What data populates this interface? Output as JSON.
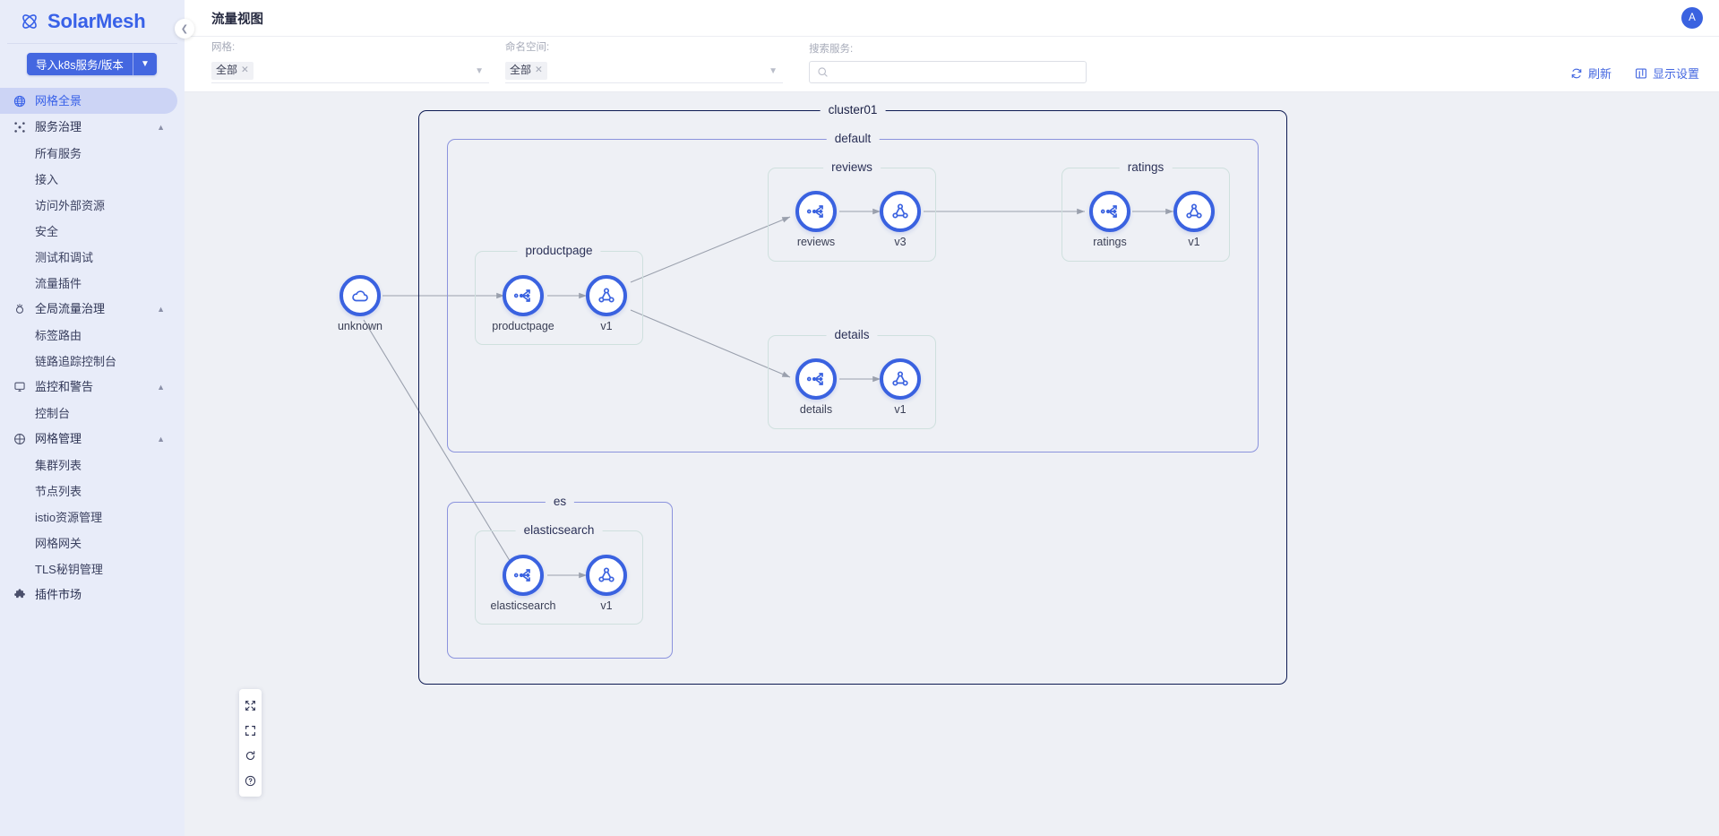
{
  "brand": {
    "name": "SolarMesh",
    "logo_icon": "atom-logo-icon"
  },
  "sidebar": {
    "import_button": {
      "label": "导入k8s服务/版本",
      "caret_icon": "chevron-down-icon"
    },
    "items": [
      {
        "label": "网格全景",
        "icon": "globe-icon",
        "level": "top",
        "active": true,
        "collapsible": false
      },
      {
        "label": "服务治理",
        "icon": "nodes-icon",
        "level": "top",
        "active": false,
        "collapsible": true,
        "chevron": "chevron-up-icon"
      },
      {
        "label": "所有服务",
        "level": "sub"
      },
      {
        "label": "接入",
        "level": "sub"
      },
      {
        "label": "访问外部资源",
        "level": "sub"
      },
      {
        "label": "安全",
        "level": "sub"
      },
      {
        "label": "测试和调试",
        "level": "sub"
      },
      {
        "label": "流量插件",
        "level": "sub"
      },
      {
        "label": "全局流量治理",
        "icon": "flow-icon",
        "level": "top",
        "active": false,
        "collapsible": true,
        "chevron": "chevron-up-icon"
      },
      {
        "label": "标签路由",
        "level": "sub"
      },
      {
        "label": "链路追踪控制台",
        "level": "sub"
      },
      {
        "label": "监控和警告",
        "icon": "monitor-icon",
        "level": "top",
        "active": false,
        "collapsible": true,
        "chevron": "chevron-up-icon"
      },
      {
        "label": "控制台",
        "level": "sub"
      },
      {
        "label": "网格管理",
        "icon": "mesh-icon",
        "level": "top",
        "active": false,
        "collapsible": true,
        "chevron": "chevron-up-icon"
      },
      {
        "label": "集群列表",
        "level": "sub"
      },
      {
        "label": "节点列表",
        "level": "sub"
      },
      {
        "label": "istio资源管理",
        "level": "sub"
      },
      {
        "label": "网格网关",
        "level": "sub"
      },
      {
        "label": "TLS秘钥管理",
        "level": "sub"
      },
      {
        "label": "插件市场",
        "icon": "puzzle-icon",
        "level": "top",
        "active": false,
        "collapsible": false
      }
    ]
  },
  "header": {
    "title": "流量视图",
    "avatar_initial": "A",
    "collapse_icon": "chevron-left-icon"
  },
  "filters": [
    {
      "label": "网格:",
      "value": "全部",
      "remove_icon": "close-x-icon",
      "caret_icon": "chevron-down-icon"
    },
    {
      "label": "命名空间:",
      "value": "全部",
      "remove_icon": "close-x-icon",
      "caret_icon": "chevron-down-icon"
    }
  ],
  "search": {
    "label": "搜索服务:",
    "value": "",
    "placeholder": "",
    "icon": "search-icon"
  },
  "toolbar_actions": [
    {
      "label": "刷新",
      "icon": "refresh-icon"
    },
    {
      "label": "显示设置",
      "icon": "display-settings-icon"
    }
  ],
  "canvas_toolbar": [
    {
      "icon": "shrink-arrows-icon",
      "name": "fit-to-screen-button"
    },
    {
      "icon": "fullscreen-icon",
      "name": "fullscreen-button"
    },
    {
      "icon": "reload-icon",
      "name": "reload-button"
    },
    {
      "icon": "help-circle-icon",
      "name": "help-button"
    }
  ],
  "graph": {
    "cluster": {
      "label": "cluster01"
    },
    "namespaces": [
      {
        "label": "default"
      },
      {
        "label": "es"
      }
    ],
    "services": [
      {
        "label": "productpage"
      },
      {
        "label": "reviews"
      },
      {
        "label": "ratings"
      },
      {
        "label": "details"
      },
      {
        "label": "elasticsearch"
      }
    ],
    "nodes": [
      {
        "label": "unknown",
        "type": "cloud",
        "icon": "cloud-icon"
      },
      {
        "label": "productpage",
        "type": "service",
        "icon": "service-routing-icon"
      },
      {
        "label": "v1",
        "type": "version",
        "icon": "workload-icon"
      },
      {
        "label": "reviews",
        "type": "service",
        "icon": "service-routing-icon"
      },
      {
        "label": "v3",
        "type": "version",
        "icon": "workload-icon"
      },
      {
        "label": "ratings",
        "type": "service",
        "icon": "service-routing-icon"
      },
      {
        "label": "v1",
        "type": "version",
        "icon": "workload-icon"
      },
      {
        "label": "details",
        "type": "service",
        "icon": "service-routing-icon"
      },
      {
        "label": "v1",
        "type": "version",
        "icon": "workload-icon"
      },
      {
        "label": "elasticsearch",
        "type": "service",
        "icon": "service-routing-icon"
      },
      {
        "label": "v1",
        "type": "version",
        "icon": "workload-icon"
      }
    ]
  },
  "colors": {
    "brand": "#3861e8",
    "node_ring": "#3a62e0",
    "cluster_border": "#0d1a52",
    "namespace_border": "#8b93dd",
    "service_border": "#cfe0de",
    "canvas_bg": "#eef0f5",
    "sidebar_bg": "#e8ecf9"
  }
}
